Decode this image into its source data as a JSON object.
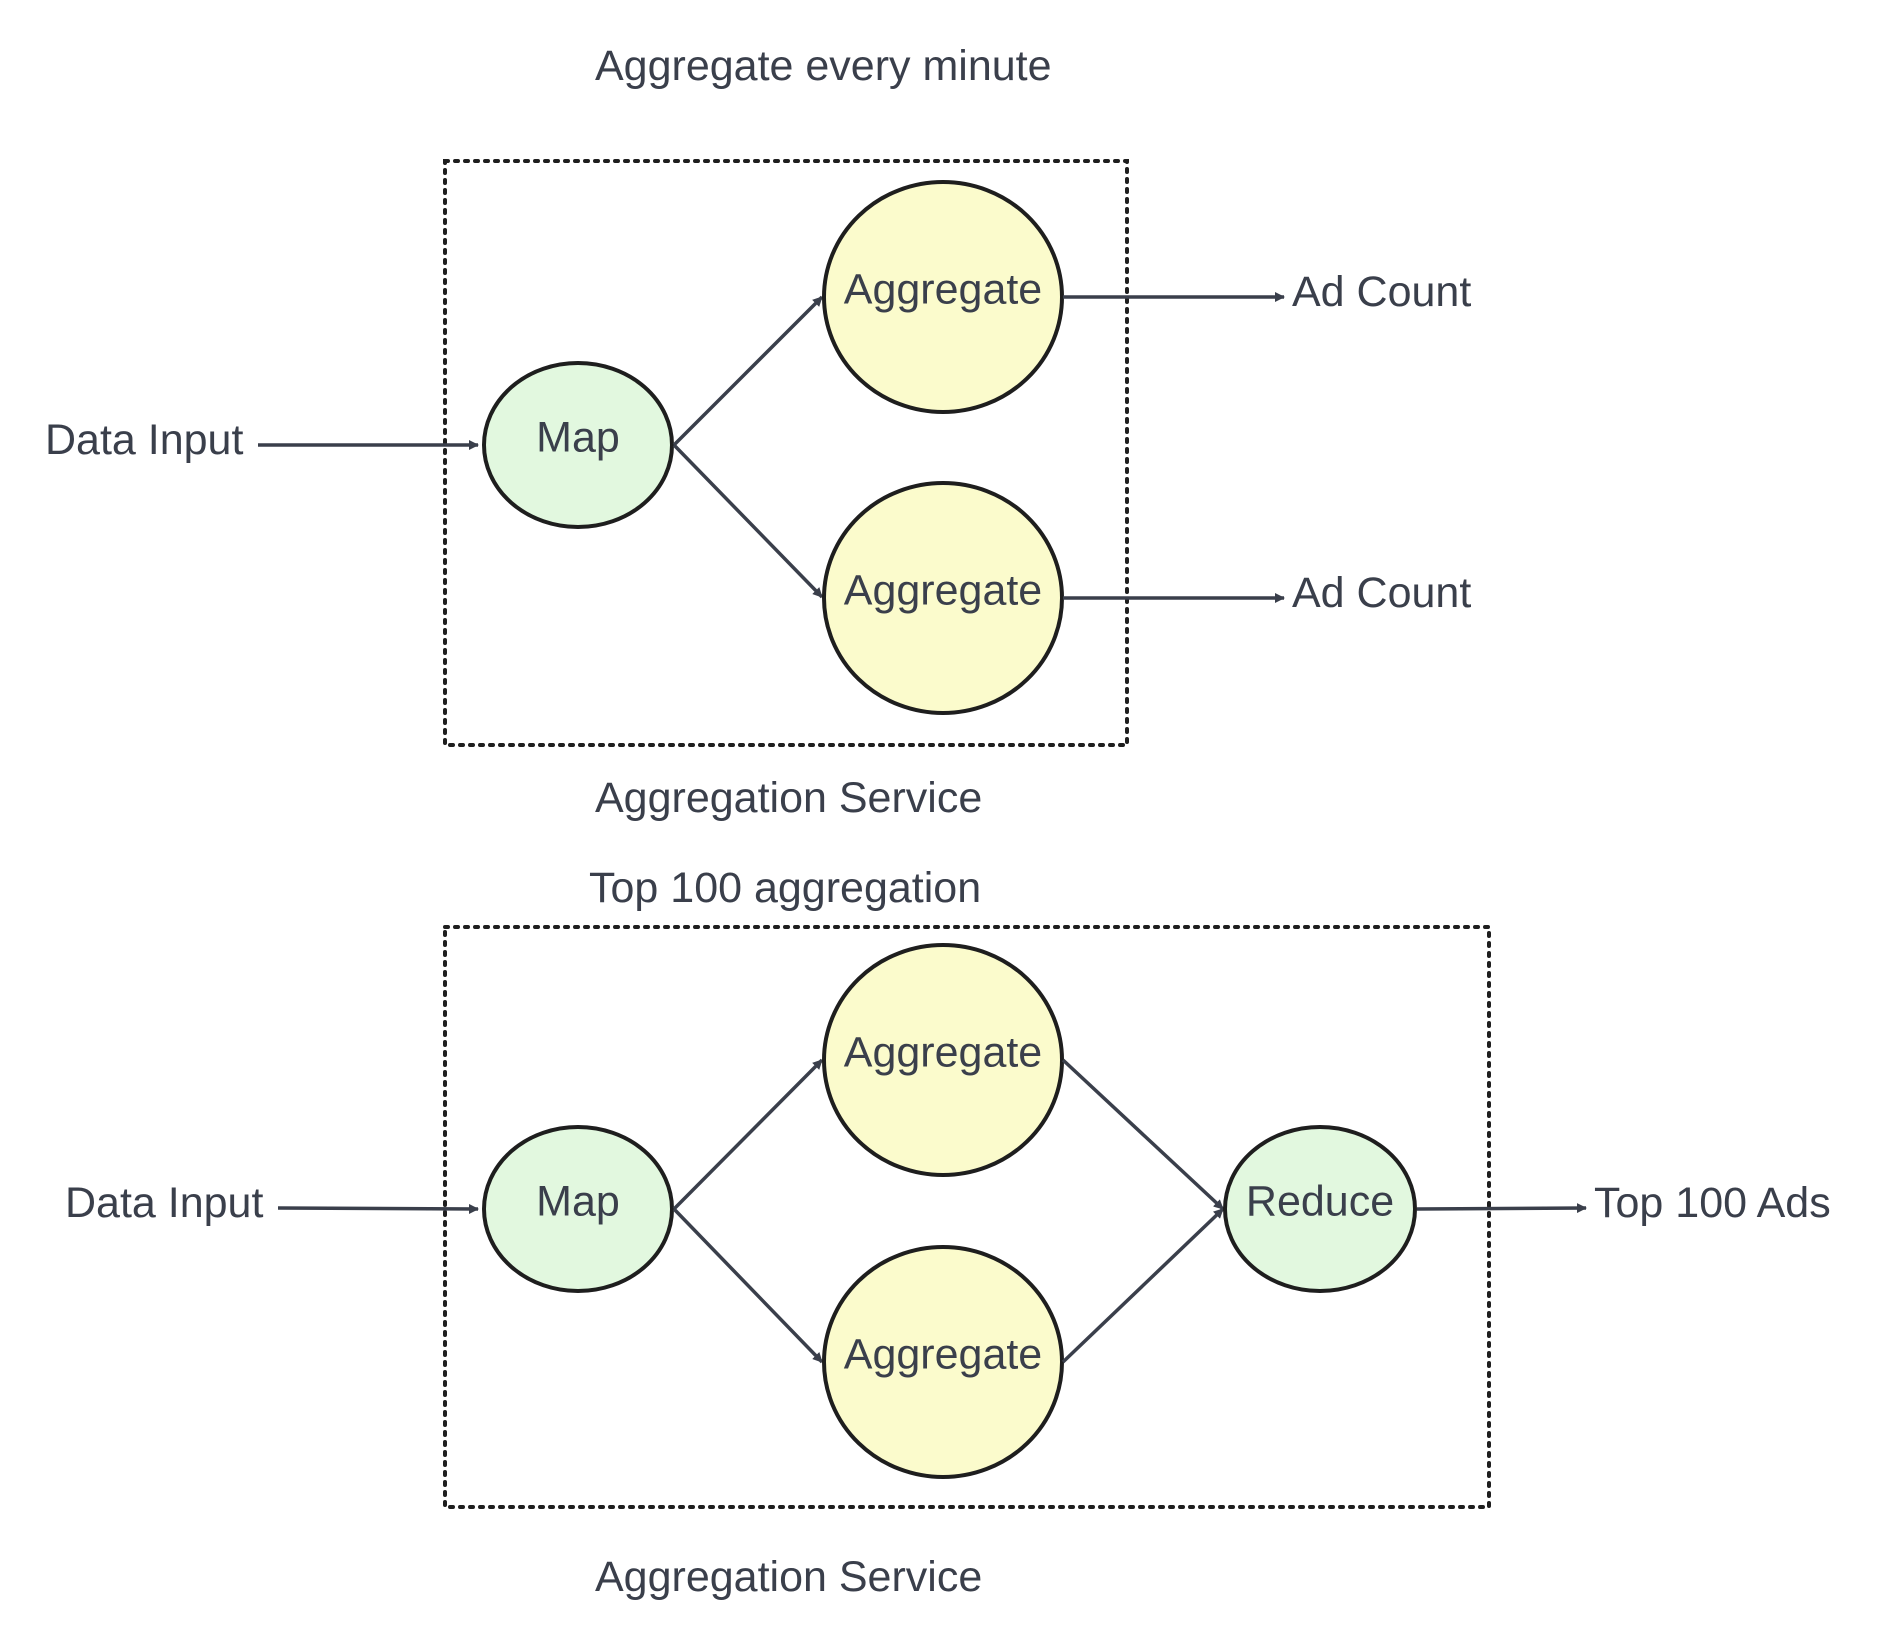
{
  "colors": {
    "map_fill": "#e2f8df",
    "aggregate_fill": "#fbfbcc",
    "reduce_fill": "#e2f8df",
    "stroke": "#1e1e1e",
    "text": "#3a3f4b"
  },
  "top": {
    "title": "Aggregate every minute",
    "service_label": "Aggregation Service",
    "input_label": "Data Input",
    "map_label": "Map",
    "aggregate_1_label": "Aggregate",
    "aggregate_2_label": "Aggregate",
    "output_1_label": "Ad Count",
    "output_2_label": "Ad Count"
  },
  "bottom": {
    "title": "Top 100 aggregation",
    "service_label": "Aggregation Service",
    "input_label": "Data Input",
    "map_label": "Map",
    "aggregate_1_label": "Aggregate",
    "aggregate_2_label": "Aggregate",
    "reduce_label": "Reduce",
    "output_label": "Top 100 Ads"
  }
}
